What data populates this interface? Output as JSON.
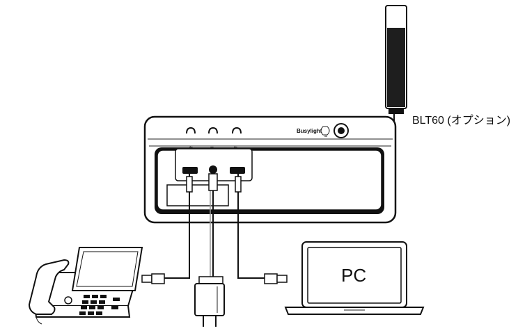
{
  "labels": {
    "light_option": "BLT60 (オプション)",
    "busylight": "Busylight",
    "pc": "PC"
  },
  "colors": {
    "line": "#111111",
    "light_body": "#222222",
    "light_cap": "#ffffff",
    "cable_gray": "#9a9a9a",
    "background": "#ffffff"
  },
  "icons": {
    "port_left": "usb-icon",
    "port_middle": "power-dc-icon",
    "port_right": "usb-icon",
    "busylight": "bulb-icon"
  },
  "devices": {
    "hub": "usb-hub",
    "desk_phone": "desk-phone",
    "power_adapter": "power-adapter",
    "laptop": "laptop",
    "light": "busylight-light"
  }
}
